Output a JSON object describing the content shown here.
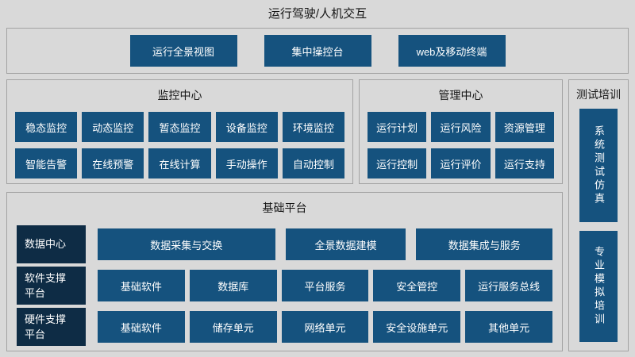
{
  "page": {
    "title": "运行驾驶/人机交互"
  },
  "colors": {
    "background": "#d9d9d9",
    "panel_border": "#a3a3a3",
    "button_blue": "#15527e",
    "header_navy": "#0e2c45",
    "button_text": "#ffffff"
  },
  "top_panel": {
    "buttons": [
      "运行全景视图",
      "集中操控台",
      "web及移动终端"
    ]
  },
  "monitoring_center": {
    "title": "监控中心",
    "rows": [
      [
        "稳态监控",
        "动态监控",
        "暂态监控",
        "设备监控",
        "环境监控"
      ],
      [
        "智能告警",
        "在线预警",
        "在线计算",
        "手动操作",
        "自动控制"
      ]
    ]
  },
  "management_center": {
    "title": "管理中心",
    "rows": [
      [
        "运行计划",
        "运行风险",
        "资源管理"
      ],
      [
        "运行控制",
        "运行评价",
        "运行支持"
      ]
    ]
  },
  "test_training": {
    "title": "测试培训",
    "buttons": [
      "系统测试仿真",
      "专业模拟培训"
    ]
  },
  "base_platform": {
    "title": "基础平台",
    "rows": [
      {
        "header": "数据中心",
        "buttons": [
          "数据采集与交换",
          "全景数据建模",
          "数据集成与服务"
        ]
      },
      {
        "header": "软件支撑\n平台",
        "buttons": [
          "基础软件",
          "数据库",
          "平台服务",
          "安全管控",
          "运行服务总线"
        ]
      },
      {
        "header": "硬件支撑\n平台",
        "buttons": [
          "基础软件",
          "储存单元",
          "网络单元",
          "安全设施单元",
          "其他单元"
        ]
      }
    ]
  }
}
